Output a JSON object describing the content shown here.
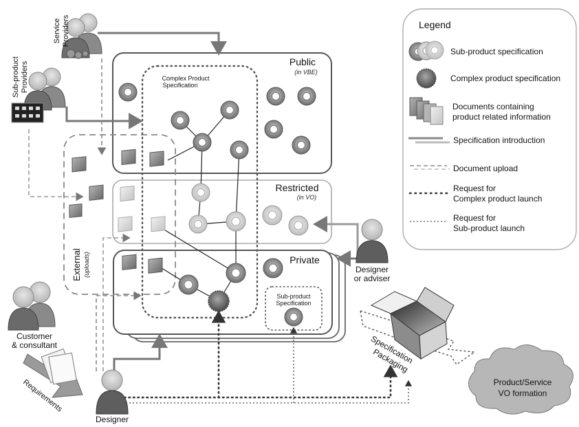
{
  "zones": {
    "public": {
      "title": "Public",
      "subtitle": "(in VBE)"
    },
    "restricted": {
      "title": "Restricted",
      "subtitle": "(in VO)"
    },
    "private": {
      "title": "Private"
    },
    "external": {
      "title": "External",
      "subtitle": "(uploads)"
    }
  },
  "inner_labels": {
    "complex_spec": [
      "Complex Product",
      "Specification"
    ],
    "sub_spec": [
      "Sub-product",
      "Specification"
    ]
  },
  "actors": {
    "service_providers": [
      "Service",
      "Providers"
    ],
    "subproduct_providers": [
      "Sub-product",
      "Providers"
    ],
    "customer": [
      "Customer",
      "& consultant"
    ],
    "designer_adviser": [
      "Designer",
      "or adviser"
    ],
    "designer": "Designer"
  },
  "requirements_label": "Requirements",
  "packaging_label": [
    "Specification",
    "Packaging"
  ],
  "cloud_label": [
    "Product/Service",
    "VO formation"
  ],
  "legend": {
    "title": "Legend",
    "items": [
      {
        "icon": "sub-product-spec-icon",
        "label": [
          "Sub-product specification"
        ]
      },
      {
        "icon": "complex-product-spec-icon",
        "label": [
          "Complex product specification"
        ]
      },
      {
        "icon": "documents-icon",
        "label": [
          "Documents containing",
          "product related information"
        ]
      },
      {
        "icon": "spec-introduction-line-icon",
        "label": [
          "Specification introduction"
        ]
      },
      {
        "icon": "document-upload-line-icon",
        "label": [
          "Document upload"
        ]
      },
      {
        "icon": "complex-launch-line-icon",
        "label": [
          "Request for",
          "Complex product launch"
        ]
      },
      {
        "icon": "sub-launch-line-icon",
        "label": [
          "Request for",
          "Sub-product launch"
        ]
      }
    ]
  },
  "colors": {
    "ring_dark": "#8a8a8a",
    "ring_light": "#cfcfcf",
    "complex": "#6f6f6f",
    "doc_dark": "#8c8c8c",
    "doc_light": "#d9d9d9",
    "arrow": "#777777",
    "cloud": "#b7b7b7"
  }
}
